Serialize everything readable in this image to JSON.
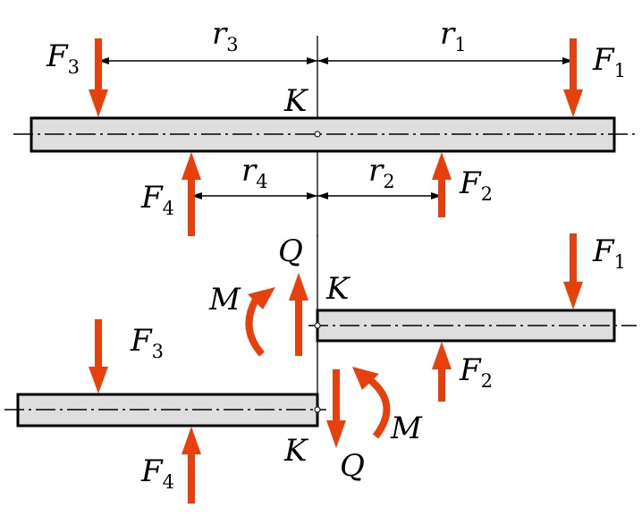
{
  "forces": {
    "F1": {
      "letter": "F",
      "sub": "1"
    },
    "F2": {
      "letter": "F",
      "sub": "2"
    },
    "F3": {
      "letter": "F",
      "sub": "3"
    },
    "F4": {
      "letter": "F",
      "sub": "4"
    }
  },
  "distances": {
    "r1": {
      "letter": "r",
      "sub": "1"
    },
    "r2": {
      "letter": "r",
      "sub": "2"
    },
    "r3": {
      "letter": "r",
      "sub": "3"
    },
    "r4": {
      "letter": "r",
      "sub": "4"
    }
  },
  "section_point": "K",
  "internal": {
    "shear": "Q",
    "moment": "M"
  },
  "colors": {
    "force": "#e8400c",
    "beam_fill": "#dedede",
    "line": "#000000"
  }
}
